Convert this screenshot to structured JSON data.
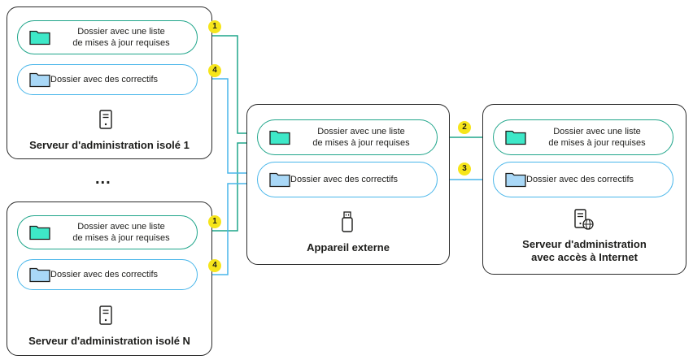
{
  "folders": {
    "updates_list": [
      "Dossier avec une liste",
      "de mises à jour requises"
    ],
    "patches": "Dossier avec des correctifs"
  },
  "servers": {
    "isolated_1": "Serveur d'administration isolé 1",
    "isolated_n": "Serveur d'administration isolé N",
    "external_device": "Appareil externe",
    "internet_server": [
      "Serveur d'administration",
      "avec accès à Internet"
    ]
  },
  "ellipsis": "...",
  "steps": [
    "1",
    "2",
    "3",
    "4"
  ],
  "colors": {
    "green": "#1fa58a",
    "blue": "#49b6ea",
    "badge": "#f6e51b",
    "folder_green": "#3ee8c8",
    "folder_blue": "#a9d8f7"
  },
  "icons": [
    "server-icon",
    "usb-drive-icon",
    "web-server-icon",
    "folder-icon"
  ]
}
